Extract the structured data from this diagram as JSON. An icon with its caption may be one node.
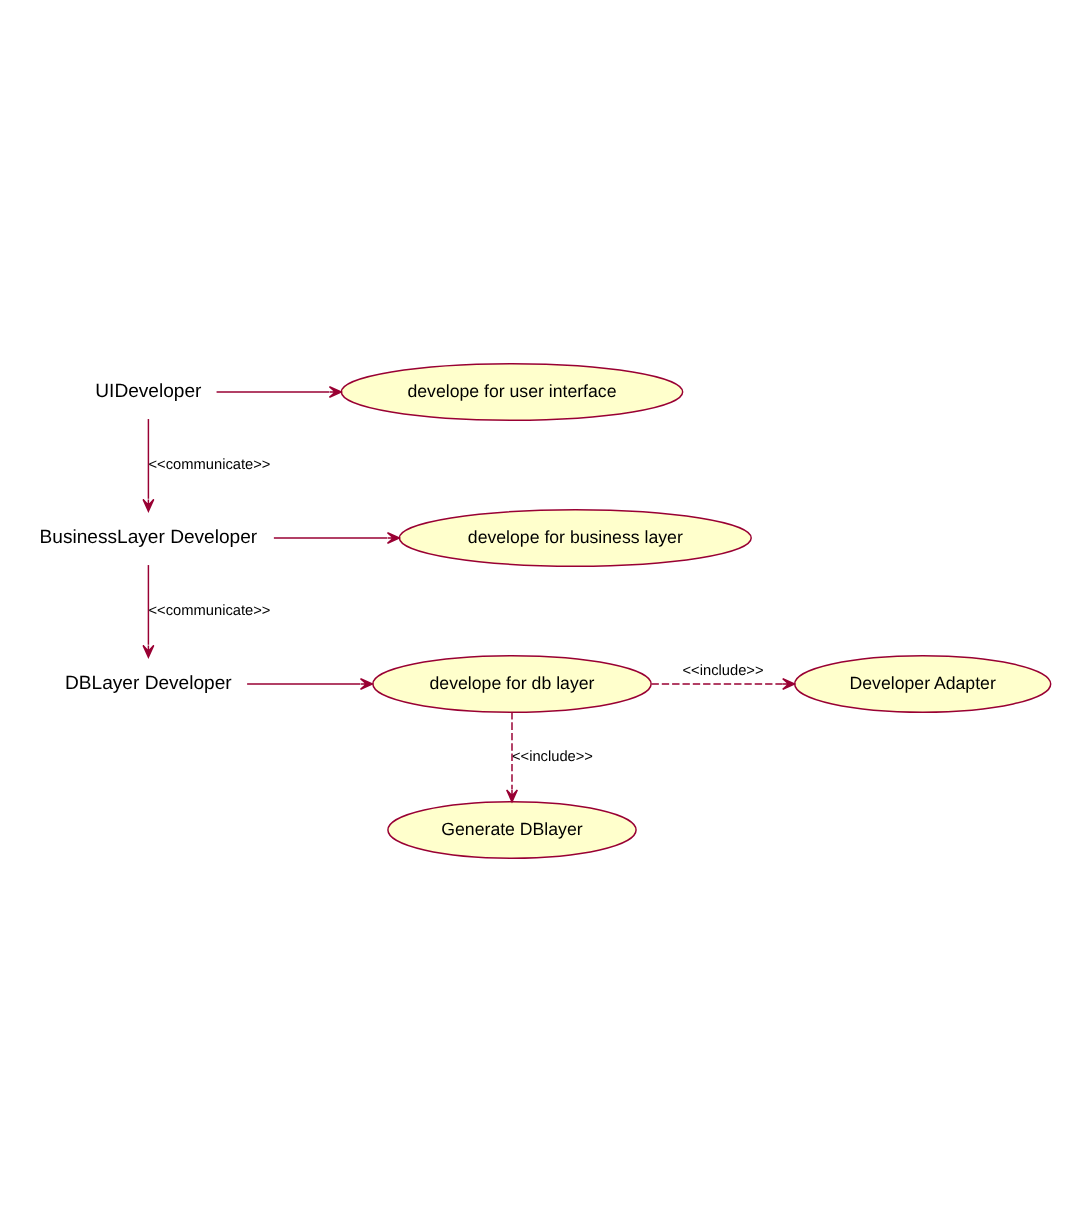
{
  "diagram": {
    "nodes": [
      {
        "text": [
          "UIDeveloper"
        ]
      },
      {
        "text": [
          "develope for user interface"
        ]
      },
      {
        "text": [
          "BusinessLayer Developer"
        ]
      },
      {
        "text": [
          "develope for business layer"
        ]
      },
      {
        "text": [
          "DBLayer Developer"
        ]
      },
      {
        "text": [
          "develope for db layer"
        ]
      },
      {
        "text": [
          "Developer Adapter"
        ]
      },
      {
        "text": [
          "Generate DBlayer"
        ]
      }
    ],
    "edges": [
      {
        "from": 0,
        "to": 1,
        "arrow": "to"
      },
      {
        "from": 0,
        "to": 2,
        "arrow": "to",
        "label": "<<communicate>>"
      },
      {
        "from": 2,
        "to": 3,
        "arrow": "to"
      },
      {
        "from": 2,
        "to": 4,
        "arrow": "to",
        "label": "<<communicate>>"
      },
      {
        "from": 4,
        "to": 5,
        "arrow": "to"
      },
      {
        "from": 5,
        "to": 6,
        "arrow": "to",
        "style": "dashed",
        "label": "<<include>>"
      },
      {
        "from": 5,
        "to": 7,
        "arrow": "to",
        "style": "dashed",
        "label": "<<include>>"
      }
    ]
  }
}
